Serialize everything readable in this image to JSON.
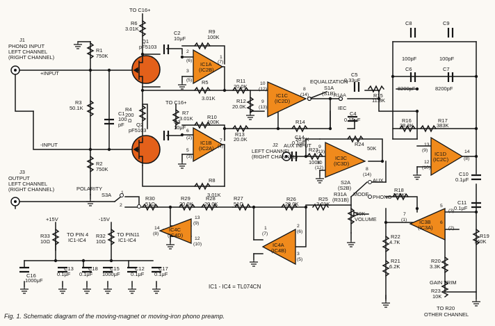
{
  "caption": "Fig. 1. Schematic diagram of the moving-magnet or moving-iron phono preamp.",
  "footnote": "IC1 - IC4 = TL074CN",
  "supply": {
    "pos": "+15V",
    "neg": "-15V",
    "c16": "TO C16+"
  },
  "labels": {
    "j1": [
      "J1",
      "PHONO INPUT",
      "LEFT CHANNEL",
      "(RIGHT CHANNEL)"
    ],
    "j2": [
      "J2",
      "AUX INPUT",
      "LEFT CHANNEL",
      "(RIGHT CHANNEL)"
    ],
    "j3": [
      "J3",
      "OUTPUT",
      "LEFT CHANNEL",
      "(RIGHT CHANNEL)"
    ],
    "in_plus": "+INPUT",
    "in_minus": "-INPUT",
    "equalization": "EQUALIZATION",
    "s1a": "S1A",
    "s1b": "(S1B)",
    "iec": "IEC",
    "polarity": "POLARITY",
    "s3a": "S3A",
    "mode": "MODE",
    "s2a": "S2A",
    "s2b": "(S2B)",
    "aux": "AUX",
    "phono": "PHONO",
    "volume": "VOLUME",
    "gain_trim": "GAIN TRIM",
    "to_r20": "TO R20",
    "other_channel": "OTHER CHANNEL",
    "to_pin4": "TO PIN 4",
    "ic1_ic4_a": "IC1-IC4",
    "to_pin11": "TO PIN11",
    "ic1_ic4_b": "IC1-IC4"
  },
  "opamps": {
    "ic1a": [
      "IC1A",
      "(IC2B)"
    ],
    "ic1b": [
      "IC1B",
      "(IC2A)"
    ],
    "ic1c": [
      "IC1C",
      "(IC2D)"
    ],
    "ic1d": [
      "IC1D",
      "(IC2C)"
    ],
    "ic3c": [
      "IC3C",
      "(IC3D)"
    ],
    "ic3b": [
      "IC3B",
      "(IC3A)"
    ],
    "ic4a": [
      "IC4A",
      "(IC4B)"
    ],
    "ic4c": [
      "IC4C",
      "(IC4D)"
    ]
  },
  "fets": {
    "q1": [
      "Q1",
      "pF5103"
    ],
    "q2": [
      "Q2",
      "pF5103"
    ]
  },
  "components": {
    "r1": [
      "R1",
      "750K"
    ],
    "r2": [
      "R2",
      "750K"
    ],
    "r3": [
      "R3",
      "50.1K"
    ],
    "r4": [
      "R4",
      "200",
      "Ω"
    ],
    "r5": [
      "R5",
      "3.01K"
    ],
    "r6": [
      "R6",
      "3.01K"
    ],
    "r7": [
      "R7",
      "3.01K"
    ],
    "r8": [
      "R8",
      "3.01K"
    ],
    "r9": [
      "R9",
      "100K"
    ],
    "r10": [
      "R10",
      "100K"
    ],
    "r11": [
      "R11",
      "20.0K"
    ],
    "r12": [
      "R12",
      "20.0K"
    ],
    "r13": [
      "R13",
      "20.0K"
    ],
    "r14": [
      "R14",
      "20.0K"
    ],
    "r15": [
      "R15",
      "11.8K"
    ],
    "r16": [
      "R16",
      "38.3K"
    ],
    "r17": [
      "R17",
      "383K"
    ],
    "r18": [
      "R18",
      "160K"
    ],
    "r19": [
      "R19",
      "160K"
    ],
    "r20": [
      "R20",
      "3.3K"
    ],
    "r21": [
      "R21",
      "6.2K"
    ],
    "r22": [
      "R22",
      "4.7K"
    ],
    "r23": [
      "R23",
      "100K"
    ],
    "r23b": [
      "R23",
      "10K"
    ],
    "r24": [
      "R24",
      "50K"
    ],
    "r25": [
      "R25",
      "3.01K"
    ],
    "r26": [
      "R26",
      "20.0K"
    ],
    "r27": [
      "R27",
      "51Ω"
    ],
    "r28": [
      "R28",
      "20.0K"
    ],
    "r29": [
      "R29",
      "20.0K"
    ],
    "r30": [
      "R30",
      "51Ω"
    ],
    "r31": [
      "R31A",
      "(R31B)",
      "50K"
    ],
    "r32": [
      "R32",
      "10Ω"
    ],
    "r33": [
      "R33",
      "10Ω"
    ],
    "c1": [
      "C1",
      "100",
      "pF"
    ],
    "c2": [
      "C2",
      "10μF"
    ],
    "c3": [
      "C3",
      "10μF"
    ],
    "c4": [
      "C4",
      "0.15μF"
    ],
    "c5": [
      "C5",
      "0.33μF"
    ],
    "c6": [
      "C6",
      "8200pF"
    ],
    "c7": [
      "C7",
      "8200pF"
    ],
    "c8": [
      "C8",
      "100pF"
    ],
    "c9": [
      "C9",
      "100pF"
    ],
    "c10": [
      "C10",
      "0.1μF"
    ],
    "c11": [
      "C11",
      "0.1μF"
    ],
    "c12": [
      "C12",
      "0.1μF"
    ],
    "c13": [
      "C13",
      "0.1μF"
    ],
    "c14": [
      "C14",
      "0.1μF"
    ],
    "c15": [
      "C15",
      "1000μF"
    ],
    "c16": [
      "C16",
      "1000μF"
    ],
    "c17": [
      "C17",
      "0.1μF"
    ],
    "c18": [
      "C18",
      "0.1μF"
    ]
  },
  "pins": {
    "ic1a": [
      "2",
      "(6)",
      "3",
      "(5)",
      "1",
      "(7)"
    ],
    "ic1b": [
      "6",
      "(2)",
      "5",
      "(3)",
      "7",
      "(1)"
    ],
    "ic1c": [
      "10",
      "(12)",
      "9",
      "(13)",
      "8",
      "(14)"
    ],
    "ic3c": [
      "9",
      "(13)",
      "10",
      "(12)",
      "8",
      "(14)"
    ],
    "ic1d": [
      "13",
      "(9)",
      "12",
      "(10)",
      "14",
      "(8)"
    ],
    "ic3b": [
      "5",
      "(3)",
      "6",
      "(2)",
      "7",
      "(1)"
    ],
    "ic4a": [
      "2",
      "(6)",
      "3",
      "(5)",
      "1",
      "(7)"
    ],
    "ic4c": [
      "13",
      "(9)",
      "12",
      "(10)",
      "14",
      "(8)"
    ],
    "s3a": [
      "1",
      "2"
    ],
    "eq": [
      "R1AA"
    ]
  }
}
